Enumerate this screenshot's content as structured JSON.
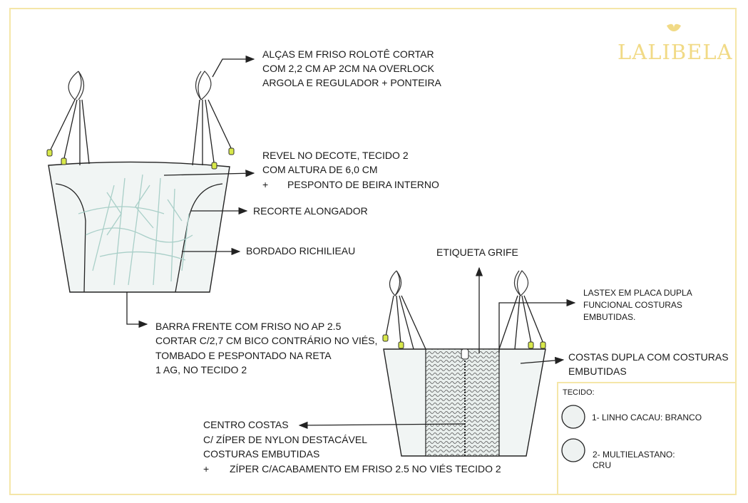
{
  "brand": {
    "logo_text": "LALIBELA"
  },
  "front_notes": {
    "straps": [
      "ALÇAS EM FRISO ROLOTÊ  CORTAR",
      "COM 2,2 CM AP 2CM NA OVERLOCK",
      "ARGOLA E REGULADOR + PONTEIRA"
    ],
    "facing": [
      "REVEL NO DECOTE,  TECIDO 2",
      "COM ALTURA DE 6,0 CM"
    ],
    "facing_plus": "+",
    "facing_extra": "PESPONTO DE BEIRA INTERNO",
    "panel": "RECORTE ALONGADOR",
    "embroidery": "BORDADO RICHILIEAU",
    "hem": [
      "BARRA FRENTE COM FRISO NO AP 2.5",
      "CORTAR C/2,7 CM BICO CONTRÁRIO NO VIÉS,",
      "TOMBADO E PESPONTADO NA RETA",
      "1 AG, NO TECIDO 2"
    ]
  },
  "back_notes": {
    "label": "ETIQUETA GRIFE",
    "lastex": [
      "LASTEX EM PLACA DUPLA",
      "FUNCIONAL COSTURAS",
      "EMBUTIDAS."
    ],
    "back": [
      "COSTAS DUPLA COM COSTURAS",
      "EMBUTIDAS"
    ],
    "center": [
      "CENTRO COSTAS",
      "C/ ZÍPER DE NYLON DESTACÁVEL",
      "COSTURAS EMBUTIDAS"
    ],
    "center_plus": "+",
    "center_extra": "ZÍPER C/ACABAMENTO EM FRISO 2.5 NO VIÉS TECIDO 2"
  },
  "fabric": {
    "title": "TECIDO:",
    "items": [
      {
        "label": "1- LINHO CACAU: BRANCO"
      },
      {
        "label": "2- MULTIELASTANO:",
        "label2": "CRU"
      }
    ]
  },
  "colors": {
    "border": "#f5e6a8",
    "accent": "#d8e84a",
    "embroidery": "#a9cfc8"
  }
}
